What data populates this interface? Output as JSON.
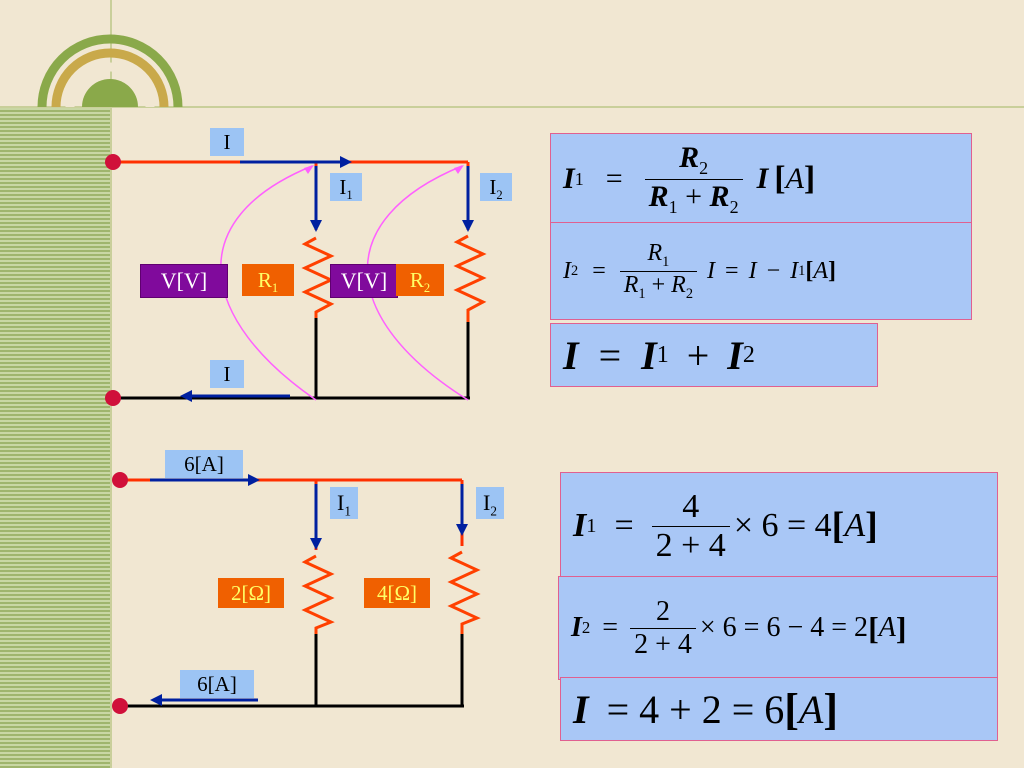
{
  "top_circuit": {
    "source_current_top": "I",
    "source_current_bottom": "I",
    "branch1_current": "I",
    "branch1_sub": "1",
    "branch2_current": "I",
    "branch2_sub": "2",
    "voltage_label_1": "V[V]",
    "voltage_label_2": "V[V]",
    "resistor1": "R",
    "resistor1_sub": "1",
    "resistor2": "R",
    "resistor2_sub": "2"
  },
  "bottom_circuit": {
    "source_current_top": "6[A]",
    "source_current_bottom": "6[A]",
    "branch1_current": "I",
    "branch1_sub": "1",
    "branch2_current": "I",
    "branch2_sub": "2",
    "resistor1": "2[Ω]",
    "resistor2": "4[Ω]"
  },
  "formulas": {
    "f1": {
      "lhs": "I",
      "lhs_sub": "1",
      "eq": "=",
      "num": "R",
      "num_sub": "2",
      "den_a": "R",
      "den_a_sub": "1",
      "den_plus": "+",
      "den_b": "R",
      "den_b_sub": "2",
      "factor": "I",
      "unit_open": "[",
      "unit": "A",
      "unit_close": "]"
    },
    "f2": {
      "lhs": "I",
      "lhs_sub": "2",
      "eq": "=",
      "num": "R",
      "num_sub": "1",
      "den_a": "R",
      "den_a_sub": "1",
      "den_plus": "+",
      "den_b": "R",
      "den_b_sub": "2",
      "factor": "I",
      "eq2": "=",
      "rhs_a": "I",
      "minus": "−",
      "rhs_b": "I",
      "rhs_b_sub": "1",
      "unit_open": "[",
      "unit": "A",
      "unit_close": "]"
    },
    "f3": {
      "lhs": "I",
      "eq": "=",
      "a": "I",
      "a_sub": "1",
      "plus": "+",
      "b": "I",
      "b_sub": "2"
    },
    "f4": {
      "lhs": "I",
      "lhs_sub": "1",
      "eq": "=",
      "num": "4",
      "den": "2 + 4",
      "rest": "× 6 = 4",
      "unit_open": "[",
      "unit": "A",
      "unit_close": "]"
    },
    "f5": {
      "lhs": "I",
      "lhs_sub": "2",
      "eq": "=",
      "num": "2",
      "den": "2 + 4",
      "rest": "× 6 = 6 − 4 = 2",
      "unit_open": "[",
      "unit": "A",
      "unit_close": "]"
    },
    "f6": {
      "lhs": "I",
      "rest": "= 4 + 2 = 6",
      "unit_open": "[",
      "unit": "A",
      "unit_close": "]"
    }
  },
  "colors": {
    "wire_top": "#ff3000",
    "wire": "#000000",
    "resistor": "#ff4000",
    "arrow": "#0020a0",
    "terminal": "#d0103a",
    "curve": "#ff60ff"
  }
}
